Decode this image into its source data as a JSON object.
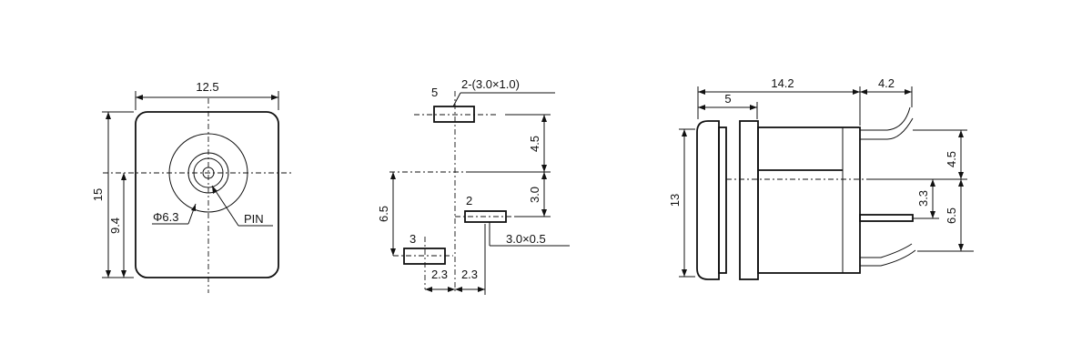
{
  "front_view": {
    "width_dim": "12.5",
    "height_dim": "15",
    "center_height_dim": "9.4",
    "diameter_label": "Φ6.3",
    "pin_label": "PIN"
  },
  "footprint_view": {
    "pin5_label": "5",
    "pad_spec_top": "2-(3.0×1.0)",
    "pin2_label": "2",
    "pin3_label": "3",
    "pad_spec_side": "3.0×0.5",
    "dim_4_5": "4.5",
    "dim_3_0": "3.0",
    "dim_6_5": "6.5",
    "dim_2_3_left": "2.3",
    "dim_2_3_right": "2.3"
  },
  "side_view": {
    "length_dim": "14.2",
    "flange_dim": "5",
    "pin_ext_dim": "4.2",
    "height_dim": "13",
    "dim_4_5": "4.5",
    "dim_3_3": "3.3",
    "dim_6_5": "6.5"
  },
  "colors": {
    "line": "#111111",
    "background": "#ffffff"
  }
}
